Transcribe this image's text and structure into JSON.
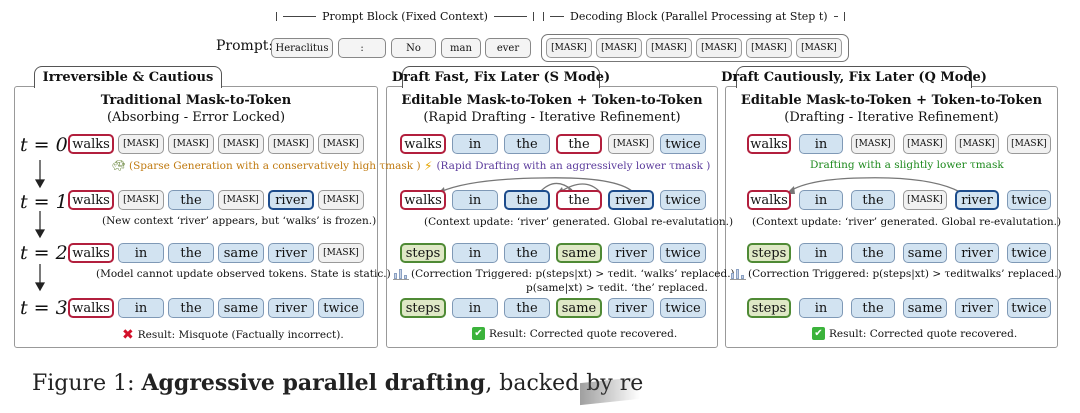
{
  "header": {
    "prompt_block": "Prompt Block (Fixed Context)",
    "decoding_block": "Decoding Block (Parallel Processing at Step t)"
  },
  "prompt": {
    "label": "Prompt:",
    "tokens": [
      "Heraclitus",
      ":",
      "No",
      "man",
      "ever"
    ],
    "masks": [
      "[MASK]",
      "[MASK]",
      "[MASK]",
      "[MASK]",
      "[MASK]",
      "[MASK]"
    ]
  },
  "panels": [
    {
      "tab": "Irreversible & Cautious",
      "title": "Traditional Mask-to-Token",
      "subtitle": "(Absorbing - Error Locked)",
      "rows": [
        {
          "t": "t = 0",
          "tokens": [
            [
              "walks",
              "red"
            ],
            [
              "[MASK]",
              "mask"
            ],
            [
              "[MASK]",
              "mask"
            ],
            [
              "[MASK]",
              "mask"
            ],
            [
              "[MASK]",
              "mask"
            ],
            [
              "[MASK]",
              "mask"
            ]
          ]
        },
        {
          "t": "t = 1",
          "tokens": [
            [
              "walks",
              "red"
            ],
            [
              "[MASK]",
              "mask"
            ],
            [
              "the",
              "blue"
            ],
            [
              "[MASK]",
              "mask"
            ],
            [
              "river",
              "navy"
            ],
            [
              "[MASK]",
              "mask"
            ]
          ]
        },
        {
          "t": "t = 2",
          "tokens": [
            [
              "walks",
              "red"
            ],
            [
              "in",
              "blue"
            ],
            [
              "the",
              "blue"
            ],
            [
              "same",
              "blue"
            ],
            [
              "river",
              "blue"
            ],
            [
              "[MASK]",
              "mask"
            ]
          ]
        },
        {
          "t": "t = 3",
          "tokens": [
            [
              "walks",
              "red"
            ],
            [
              "in",
              "blue"
            ],
            [
              "the",
              "blue"
            ],
            [
              "same",
              "blue"
            ],
            [
              "river",
              "blue"
            ],
            [
              "twice",
              "blue"
            ]
          ]
        }
      ],
      "notes": [
        "(Sparse Generation with a conservatively high τmask )",
        "(New context ‘river’ appears, but ‘walks’ is frozen.)",
        "(Model cannot update observed tokens. State is static.)"
      ],
      "result": "Result: Misquote (Factually incorrect)."
    },
    {
      "tab": "Draft Fast, Fix Later (S Mode)",
      "title": "Editable Mask-to-Token + Token-to-Token",
      "subtitle": "(Rapid Drafting - Iterative Refinement)",
      "rows": [
        {
          "tokens": [
            [
              "walks",
              "red"
            ],
            [
              "in",
              "blue"
            ],
            [
              "the",
              "blue"
            ],
            [
              "the",
              "red"
            ],
            [
              "[MASK]",
              "mask"
            ],
            [
              "twice",
              "blue"
            ]
          ]
        },
        {
          "tokens": [
            [
              "walks",
              "red"
            ],
            [
              "in",
              "blue"
            ],
            [
              "the",
              "navy"
            ],
            [
              "the",
              "red"
            ],
            [
              "river",
              "navy"
            ],
            [
              "twice",
              "blue"
            ]
          ]
        },
        {
          "tokens": [
            [
              "steps",
              "green"
            ],
            [
              "in",
              "blue"
            ],
            [
              "the",
              "blue"
            ],
            [
              "same",
              "green"
            ],
            [
              "river",
              "blue"
            ],
            [
              "twice",
              "blue"
            ]
          ]
        },
        {
          "tokens": [
            [
              "steps",
              "green"
            ],
            [
              "in",
              "blue"
            ],
            [
              "the",
              "blue"
            ],
            [
              "same",
              "green"
            ],
            [
              "river",
              "blue"
            ],
            [
              "twice",
              "blue"
            ]
          ]
        }
      ],
      "notes": [
        "(Rapid Drafting with an aggressively lower τmask )",
        "(Context update: ‘river’ generated. Global re-evalutation.)",
        "(Correction Triggered: p(steps|xt) > τedit. ‘walks’ replaced.)",
        "p(same|xt) > τedit. ‘the’ replaced."
      ],
      "result": "Result: Corrected quote recovered."
    },
    {
      "tab": "Draft Cautiously, Fix Later (Q Mode)",
      "title": "Editable Mask-to-Token + Token-to-Token",
      "subtitle": "(Drafting - Iterative Refinement)",
      "rows": [
        {
          "tokens": [
            [
              "walks",
              "red"
            ],
            [
              "in",
              "blue"
            ],
            [
              "[MASK]",
              "mask"
            ],
            [
              "[MASK]",
              "mask"
            ],
            [
              "[MASK]",
              "mask"
            ],
            [
              "[MASK]",
              "mask"
            ]
          ]
        },
        {
          "tokens": [
            [
              "walks",
              "red"
            ],
            [
              "in",
              "blue"
            ],
            [
              "the",
              "blue"
            ],
            [
              "[MASK]",
              "mask"
            ],
            [
              "river",
              "navy"
            ],
            [
              "twice",
              "blue"
            ]
          ]
        },
        {
          "tokens": [
            [
              "steps",
              "green"
            ],
            [
              "in",
              "blue"
            ],
            [
              "the",
              "blue"
            ],
            [
              "same",
              "blue"
            ],
            [
              "river",
              "blue"
            ],
            [
              "twice",
              "blue"
            ]
          ]
        },
        {
          "tokens": [
            [
              "steps",
              "green"
            ],
            [
              "in",
              "blue"
            ],
            [
              "the",
              "blue"
            ],
            [
              "same",
              "blue"
            ],
            [
              "river",
              "blue"
            ],
            [
              "twice",
              "blue"
            ]
          ]
        }
      ],
      "notes": [
        "Drafting with a slightly lower τmask",
        "(Context update: ‘river’ generated. Global re-evalutation.)",
        "(Correction Triggered: p(steps|xt) > τeditwalks’ replaced.)"
      ],
      "result": "Result: Corrected quote recovered."
    }
  ],
  "caption": {
    "prefix": "Figure 1: ",
    "bold": "Aggressive parallel drafting",
    "rest": ", backed by re"
  }
}
